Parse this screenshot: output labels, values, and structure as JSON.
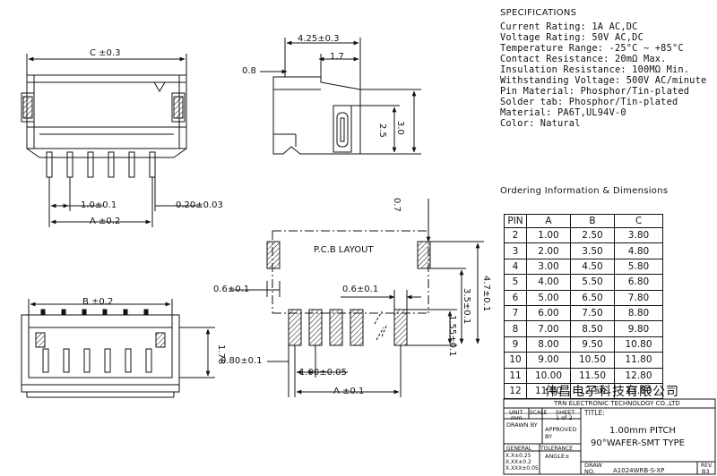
{
  "specifications": {
    "title": "SPECIFICATIONS",
    "lines": [
      "Current Rating: 1A AC,DC",
      "Voltage Rating: 50V AC,DC",
      "Temperature Range: -25°C ~ +85°C",
      "Contact Resistance: 20mΩ Max.",
      "Insulation Resistance: 100MΩ Min.",
      "Withstanding Voltage: 500V AC/minute",
      "Pin Material: Phosphor/Tin-plated",
      "Solder tab: Phosphor/Tin-plated",
      "Material: PA6T,UL94V-0",
      "Color: Natural"
    ]
  },
  "ordering": {
    "title": "Ordering Information & Dimensions",
    "headers": [
      "PIN",
      "A",
      "B",
      "C"
    ],
    "rows": [
      [
        "2",
        "1.00",
        "2.50",
        "3.80"
      ],
      [
        "3",
        "2.00",
        "3.50",
        "4.80"
      ],
      [
        "4",
        "3.00",
        "4.50",
        "5.80"
      ],
      [
        "5",
        "4.00",
        "5.50",
        "6.80"
      ],
      [
        "6",
        "5.00",
        "6.50",
        "7.80"
      ],
      [
        "7",
        "6.00",
        "7.50",
        "8.80"
      ],
      [
        "8",
        "7.00",
        "8.50",
        "9.80"
      ],
      [
        "9",
        "8.00",
        "9.50",
        "10.80"
      ],
      [
        "10",
        "9.00",
        "10.50",
        "11.80"
      ],
      [
        "11",
        "10.00",
        "11.50",
        "12.80"
      ],
      [
        "12",
        "11.00",
        "12.50",
        "13.80"
      ]
    ]
  },
  "dimensions": {
    "c": "C ±0.3",
    "w425": "4.25±0.3",
    "w17": "1.7",
    "d08": "0.8",
    "h30": "3.0",
    "h25": "2.5",
    "p10": "1.0±0.1",
    "a02": "A ±0.2",
    "t020": "0.20±0.03",
    "b02": "B ±0.2",
    "h178": "1.78",
    "pcb": "P.C.B LAYOUT",
    "d07": "0.7",
    "pad06a": "0.6±0.1",
    "pad06b": "0.6±0.1",
    "h35": "3.5±0.1",
    "h47": "4.7±0.1",
    "h155": "1.55±0.1",
    "s080": "0.80±0.1",
    "p100": "1.00±0.05",
    "a01": "A ±0.1"
  },
  "title_block": {
    "company_cn": "伟昌电子科技有限公司",
    "company_en": "TRN ELECTRONIC TECHNOLOGY CO.,LTD",
    "unit": "UNIT",
    "unit_val": "mm",
    "scale": "SCALE",
    "sheet": "SHEET",
    "sheet_val": "1 of 2",
    "title": "TITLE:",
    "drawn_by": "DRAWN BY",
    "approved": "APPROVED",
    "by": "BY",
    "product_1": "1.00mm PITCH",
    "product_2": "90°WAFER-SMT TYPE",
    "general": "GENERAL",
    "tolerance": "TOLERANCE",
    "tol1": "X.X±0.25",
    "tol2": "X.XX±0.2",
    "tol3": "X.XXX±0.05",
    "angle": "ANGLE±",
    "draw_no": "DRAW",
    "no": "NO.",
    "part": "A1024WRB-S-XP",
    "rev": "REV.",
    "rev_val": "B3"
  }
}
